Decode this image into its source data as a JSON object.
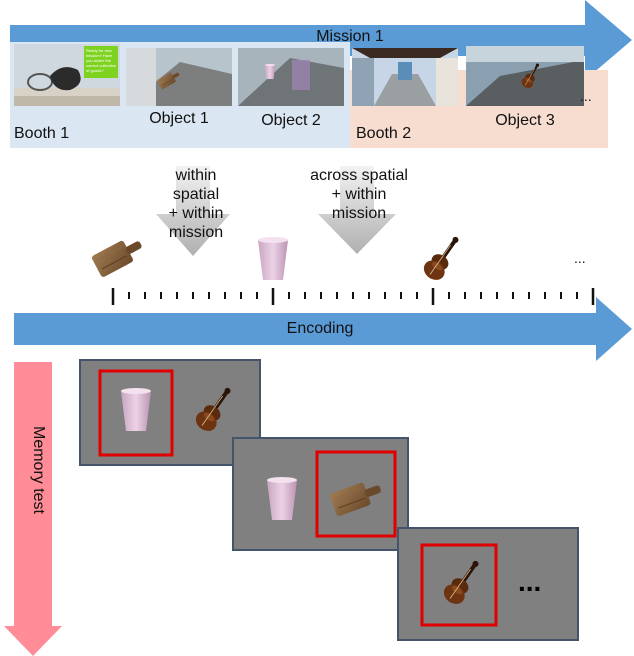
{
  "mission_arrow": {
    "label": "Mission 1"
  },
  "booths": [
    {
      "label": "Booth 1",
      "color": "#dae6f2"
    },
    {
      "label": "Booth 2",
      "color": "#f7ddd0"
    }
  ],
  "objects": [
    {
      "label": "Object 1"
    },
    {
      "label": "Object 2"
    },
    {
      "label": "Object 3"
    }
  ],
  "screenshot_text": "Ready for new mission? Have you stolen the correct collection of goods?",
  "conditions": {
    "within": "within\nspatial\n+ within\nmission",
    "across": "across spatial\n+ within\nmission"
  },
  "ellipsis_top": "...",
  "encoding_arrow": {
    "label": "Encoding"
  },
  "memory_arrow": {
    "label": "Memory test"
  },
  "trial_ellipsis": "...",
  "colors": {
    "blue_arrow": "#5b9bd5",
    "pink_arrow": "#ff8c96",
    "panel_gray": "#808080",
    "panel_border": "#44546a",
    "highlight_red": "#e00000",
    "hint_gray": "#bfbfbf"
  }
}
